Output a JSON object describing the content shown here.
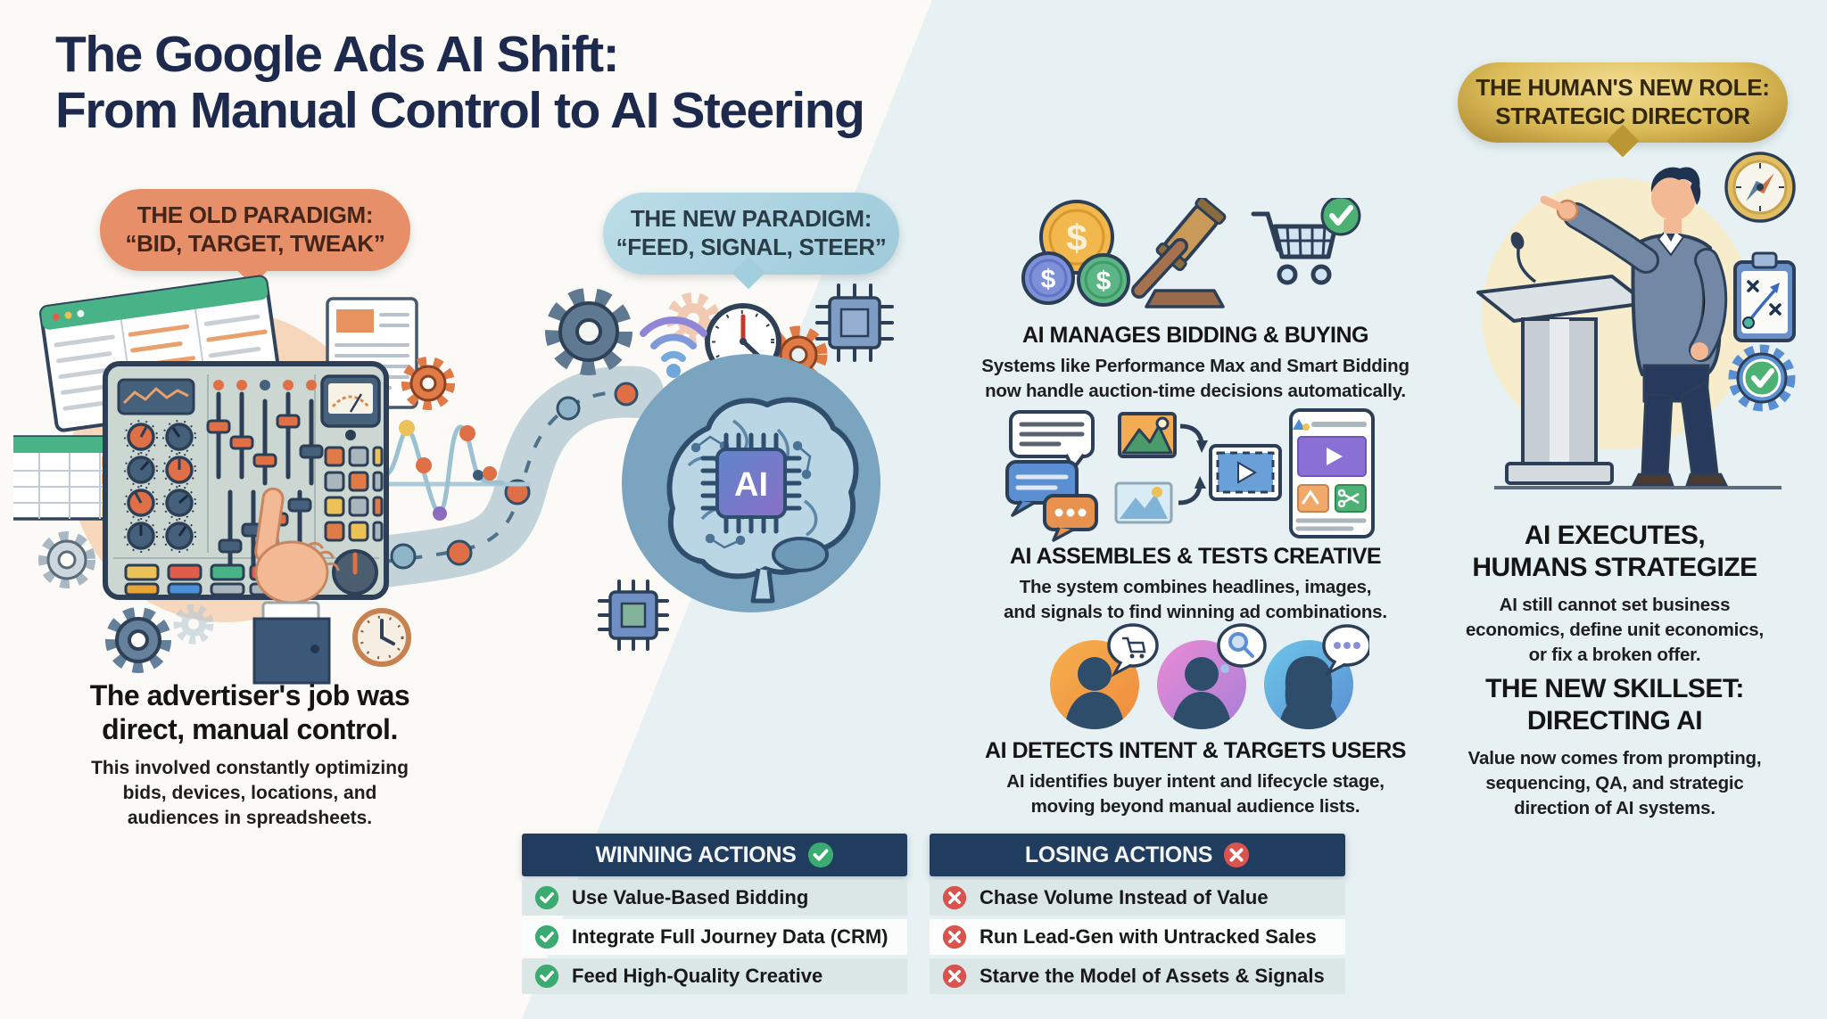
{
  "title": {
    "line1": "The Google Ads AI Shift:",
    "line2": "From Manual Control to AI Steering"
  },
  "callouts": {
    "old": {
      "line1": "THE OLD PARADIGM:",
      "line2": "“BID, TARGET, TWEAK”",
      "color": "#e78f69"
    },
    "new": {
      "line1": "THE NEW PARADIGM:",
      "line2": "“FEED, SIGNAL, STEER”",
      "color": "#a9cfdd"
    },
    "human": {
      "line1": "THE HUMAN'S NEW ROLE:",
      "line2": "STRATEGIC DIRECTOR",
      "color": "#d9b954"
    }
  },
  "left": {
    "heading1": "The advertiser's job was",
    "heading2": "direct, manual control.",
    "sub1": "This involved constantly optimizing",
    "sub2": "bids, devices, locations, and",
    "sub3": "audiences in spreadsheets."
  },
  "glyphs": {
    "ai_chip": "AI",
    "dollar": "$"
  },
  "middle": {
    "bidding": {
      "title": "AI MANAGES BIDDING & BUYING",
      "sub1": "Systems like Performance Max and Smart Bidding",
      "sub2": "now handle auction-time decisions automatically."
    },
    "creative": {
      "title": "AI ASSEMBLES & TESTS CREATIVE",
      "sub1": "The system combines headlines, images,",
      "sub2": "and signals to find winning ad combinations."
    },
    "intent": {
      "title": "AI DETECTS INTENT & TARGETS USERS",
      "sub1": "AI identifies buyer intent and lifecycle stage,",
      "sub2": "moving beyond manual audience lists."
    }
  },
  "right": {
    "exec_title1": "AI EXECUTES,",
    "exec_title2": "HUMANS STRATEGIZE",
    "exec_sub1": "AI still cannot set business",
    "exec_sub2": "economics, define unit economics,",
    "exec_sub3": "or fix a broken offer.",
    "skill_title1": "THE NEW SKILLSET:",
    "skill_title2": "DIRECTING AI",
    "skill_sub1": "Value now comes from prompting,",
    "skill_sub2": "sequencing, QA, and strategic",
    "skill_sub3": "direction of AI systems."
  },
  "table": {
    "winning_header": "WINNING ACTIONS",
    "losing_header": "LOSING ACTIONS",
    "winning_rows": [
      "Use Value-Based Bidding",
      "Integrate Full Journey Data (CRM)",
      "Feed High-Quality Creative"
    ],
    "losing_rows": [
      "Chase Volume Instead of Value",
      "Run Lead-Gen with Untracked Sales",
      "Starve the Model of Assets & Signals"
    ],
    "colors": {
      "header": "#203c5e",
      "winning_green": "#3cab72",
      "losing_red": "#d9544e"
    }
  }
}
